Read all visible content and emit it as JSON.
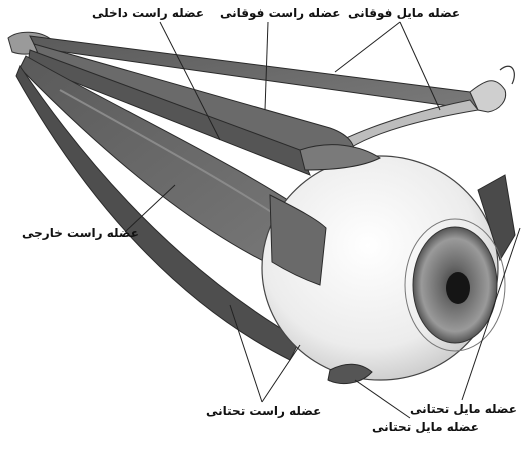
{
  "labels": {
    "medial_rectus": "عضله راست داخلی",
    "superior_rectus": "عضله راست فوقانی",
    "superior_oblique": "عضله مایل فوقانی",
    "lateral_rectus": "عضله راست خارجی",
    "inferior_rectus": "عضله راست تحتانی",
    "inferior_oblique_right": "عضله مایل تحتانی",
    "inferior_oblique_bottom": "عضله مایل تحتانی"
  },
  "colors": {
    "muscle": "#6e6e6e",
    "muscle_dark": "#4a4a4a",
    "eyeball": "#eeeeee",
    "iris": "#8a8a8a",
    "pupil": "#1a1a1a",
    "line": "#222222"
  }
}
